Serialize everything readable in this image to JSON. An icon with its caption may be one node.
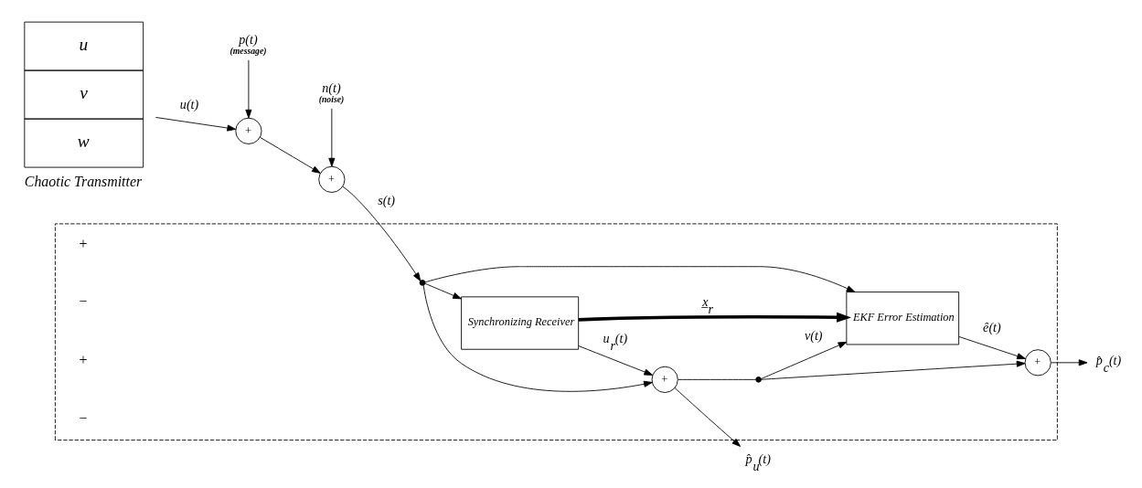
{
  "diagram": {
    "nodes": [
      {
        "text": [
          "u",
          "v",
          "w"
        ],
        "beside": [
          "Chaotic Transmitter"
        ]
      },
      {
        "text": [
          "+"
        ]
      },
      {
        "text": [
          "+"
        ]
      },
      {
        "text": [
          "p(t)",
          "(message)"
        ]
      },
      {
        "text": [
          "n(t)",
          "(noise)"
        ]
      },
      {
        "text": [],
        "shape": "box"
      },
      {
        "text": [],
        "shape": "circle",
        "in": 5
      },
      {
        "text": [
          "Synchronizing Receiver"
        ],
        "in": 5
      },
      {
        "text": [
          "EKF Error Estimation"
        ],
        "in": 5
      },
      {
        "text": [
          "+"
        ],
        "in": 5
      },
      {
        "text": [
          "+"
        ],
        "in": 5
      },
      {
        "text": [],
        "shape": "circle",
        "in": 5
      },
      {
        "text": [
          "p̂$_{u}$(t)"
        ]
      },
      {
        "text": [
          "p̂$_{c}$(t)"
        ]
      }
    ],
    "edges": [
      {
        "from": 0,
        "to": 1,
        "arrow": "to",
        "label": "u(t)"
      },
      {
        "from": 3,
        "to": 1,
        "arrow": "to"
      },
      {
        "from": 1,
        "to": 2,
        "arrow": "to"
      },
      {
        "from": 4,
        "to": 2,
        "arrow": "to"
      },
      {
        "from": 2,
        "to": 6,
        "arrow": "to",
        "label": "s(t)"
      },
      {
        "from": 6,
        "to": 7,
        "arrow": "to"
      },
      {
        "from": 6,
        "to": 9,
        "arrow": "to"
      },
      {
        "from": 6,
        "to": 8,
        "arrow": "to"
      },
      {
        "from": 7,
        "to": 9,
        "arrow": "to",
        "label": "u$_{r}$(t)"
      },
      {
        "from": 7,
        "to": 8,
        "arrow": "to",
        "label": "x̲$_{r}$",
        "style": "thick"
      },
      {
        "from": 9,
        "to": 12,
        "arrow": "to"
      },
      {
        "from": 9,
        "to": 11,
        "arrow": "none"
      },
      {
        "from": 11,
        "to": 8,
        "arrow": "to",
        "label": "v(t)"
      },
      {
        "from": 11,
        "to": 10,
        "arrow": "to"
      },
      {
        "from": 8,
        "to": 10,
        "arrow": "to",
        "label": "ê(t)"
      },
      {
        "from": 10,
        "to": 13,
        "arrow": "to"
      }
    ],
    "labels": [
      "+",
      "−",
      "+",
      "−"
    ]
  }
}
